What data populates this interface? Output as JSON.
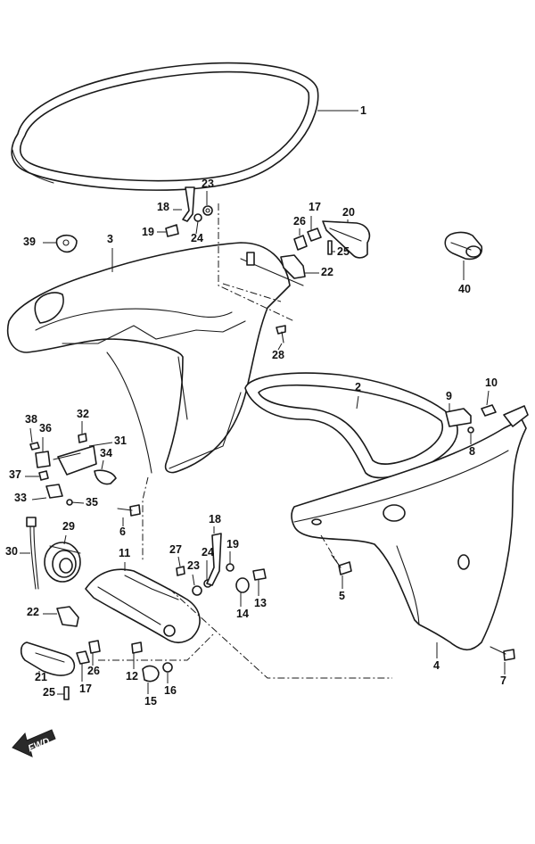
{
  "diagram": {
    "labels": [
      "1",
      "2",
      "3",
      "4",
      "5",
      "6",
      "7",
      "8",
      "9",
      "10",
      "11",
      "12",
      "13",
      "14",
      "15",
      "16",
      "17",
      "17",
      "18",
      "18",
      "19",
      "19",
      "20",
      "21",
      "22",
      "22",
      "23",
      "23",
      "24",
      "24",
      "25",
      "25",
      "26",
      "26",
      "27",
      "28",
      "29",
      "30",
      "31",
      "32",
      "33",
      "34",
      "35",
      "36",
      "37",
      "38",
      "39",
      "40"
    ],
    "fwd_label": "FWD"
  }
}
